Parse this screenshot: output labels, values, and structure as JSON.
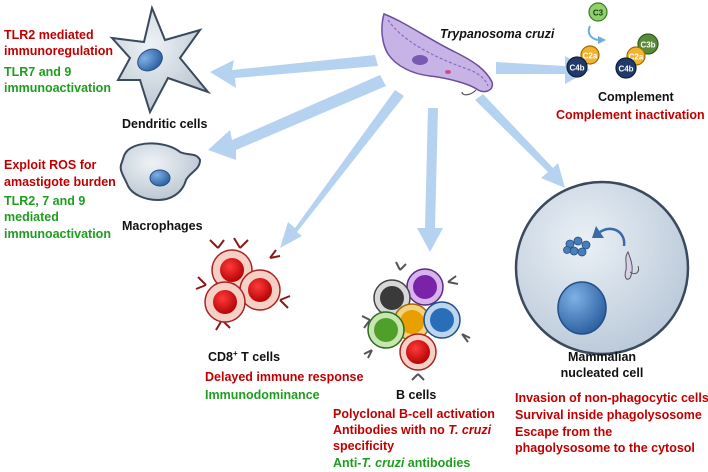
{
  "organism": {
    "label": "Trypanosoma cruzi"
  },
  "dendritic": {
    "label": "Dendritic cells",
    "effect1": "TLR2 mediated",
    "effect2": "immunoregulation",
    "effect3": "TLR7 and 9",
    "effect4": "immunoactivation"
  },
  "macrophages": {
    "label": "Macrophages",
    "effect1": "Exploit ROS for",
    "effect2": "amastigote burden",
    "effect3": "TLR2, 7 and 9",
    "effect4": "mediated",
    "effect5": "immunoactivation"
  },
  "cd8": {
    "label": "CD8",
    "label_sup": "+",
    "label_tail": " T cells",
    "effect1": "Delayed immune response",
    "effect2": "Immunodominance"
  },
  "bcells": {
    "label": "B cells",
    "effect1": "Polyclonal B-cell activation",
    "effect2_pre": "Antibodies with no ",
    "effect2_italic": "T. cruzi",
    "effect3": "specificity",
    "effect4_pre": "Anti-",
    "effect4_italic": "T. cruzi",
    "effect4_post": " antibodies"
  },
  "complement": {
    "label": "Complement",
    "effect1": "Complement inactivation",
    "molecules": [
      "C3",
      "C3b",
      "C2a",
      "C4b",
      "C2a",
      "C4b"
    ]
  },
  "mammalian": {
    "label1": "Mammalian",
    "label2": "nucleated cell",
    "effect1": "Invasion of non-phagocytic cells",
    "effect2": "Survival inside phagolysosome",
    "effect3": "Escape from the",
    "effect4": "phagolysosome to the cytosol"
  },
  "colors": {
    "immunoregulation_red": "#c00000",
    "immunoactivation_green": "#1e9e1e",
    "arrow_blue": "#9cc3ec",
    "cell_blue": "#4a7eb8"
  }
}
